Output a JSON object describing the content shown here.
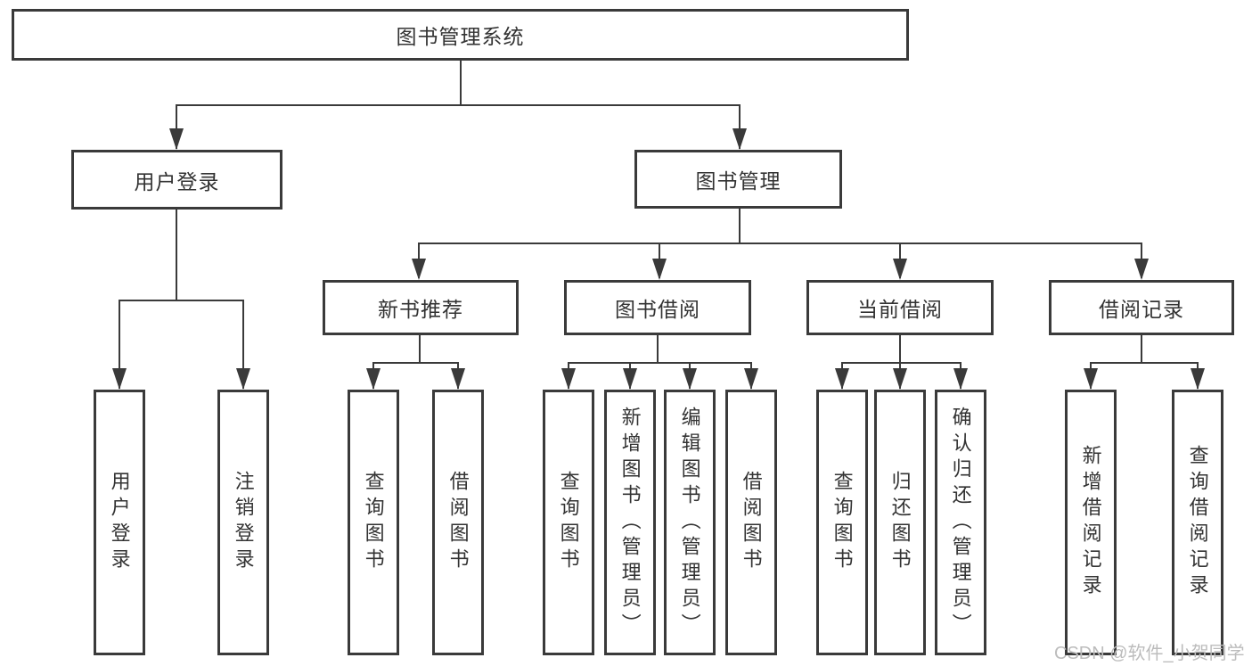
{
  "diagram": {
    "type": "tree",
    "title": "图书管理系统",
    "colors": {
      "line": "#3a3a3a",
      "text": "#333333",
      "background": "#ffffff",
      "watermark": "#bcbcbc"
    },
    "nodes": {
      "root": "图书管理系统",
      "user_login": "用户登录",
      "book_mgmt": "图书管理",
      "new_book_rec": "新书推荐",
      "book_borrow": "图书借阅",
      "current_borrow": "当前借阅",
      "borrow_records": "借阅记录",
      "leaf_user_login": "用户登录",
      "leaf_logout": "注销登录",
      "leaf_rec_query_book": "查询图书",
      "leaf_rec_borrow_book": "借阅图书",
      "leaf_bb_query_book": "查询图书",
      "leaf_bb_add_book": "新增图书（管理员）",
      "leaf_bb_edit_book": "编辑图书（管理员）",
      "leaf_bb_borrow_book": "借阅图书",
      "leaf_cb_query_book": "查询图书",
      "leaf_cb_return_book": "归还图书",
      "leaf_cb_confirm_return": "确认归还（管理员）",
      "leaf_br_add_record": "新增借阅记录",
      "leaf_br_query_record": "查询借阅记录"
    },
    "structure": {
      "图书管理系统": {
        "用户登录": [
          "用户登录",
          "注销登录"
        ],
        "图书管理": {
          "新书推荐": [
            "查询图书",
            "借阅图书"
          ],
          "图书借阅": [
            "查询图书",
            "新增图书（管理员）",
            "编辑图书（管理员）",
            "借阅图书"
          ],
          "当前借阅": [
            "查询图书",
            "归还图书",
            "确认归还（管理员）"
          ],
          "借阅记录": [
            "新增借阅记录",
            "查询借阅记录"
          ]
        }
      }
    },
    "watermark": "CSDN @软件_小贺同学"
  }
}
